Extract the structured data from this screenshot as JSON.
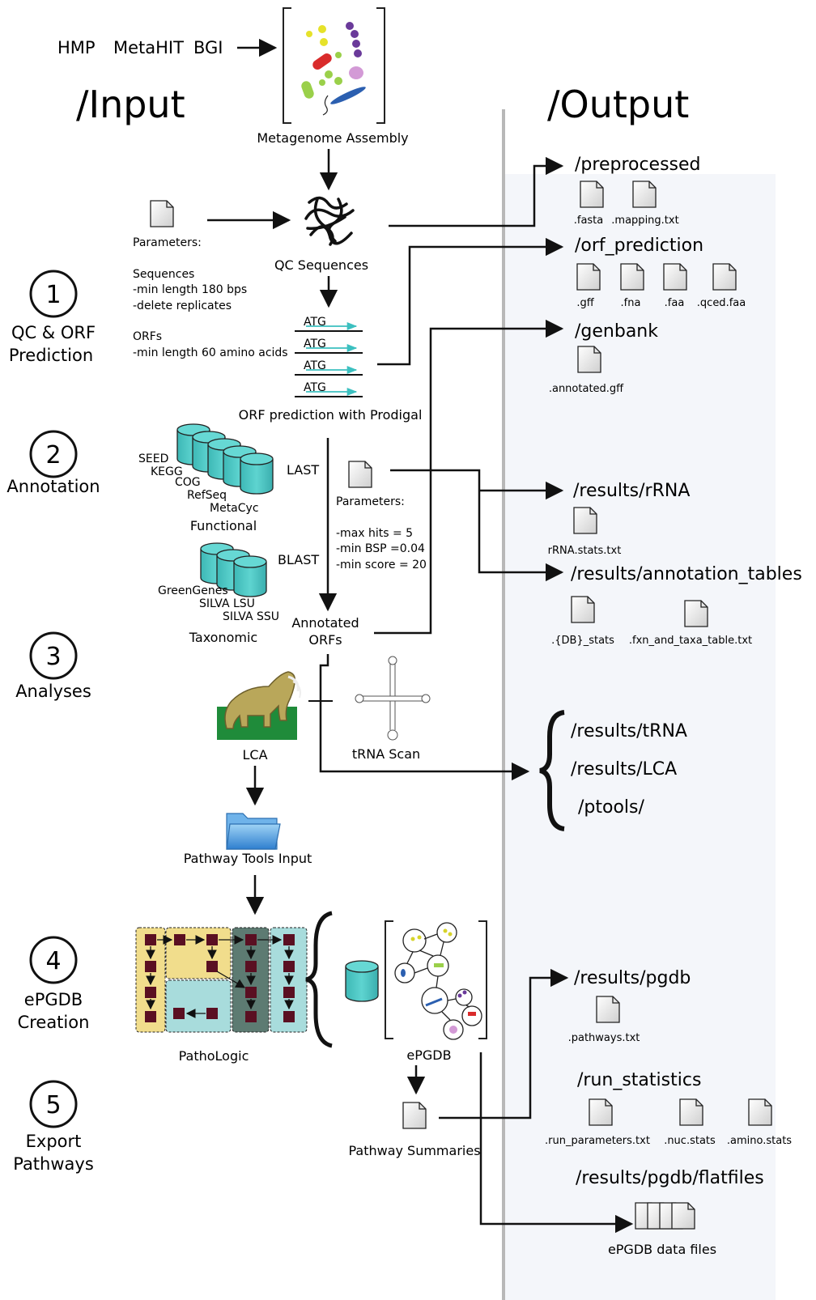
{
  "sources": [
    "HMP",
    "MetaHIT",
    "BGI"
  ],
  "headers": {
    "input": "/Input",
    "output": "/Output"
  },
  "stages": [
    {
      "number": "1",
      "title": "QC & ORF Prediction",
      "line1": "QC & ORF",
      "line2": "Prediction"
    },
    {
      "number": "2",
      "title": "Annotation",
      "line1": "Annotation",
      "line2": ""
    },
    {
      "number": "3",
      "title": "Analyses",
      "line1": "Analyses",
      "line2": ""
    },
    {
      "number": "4",
      "title": "ePGDB Creation",
      "line1": "ePGDB",
      "line2": "Creation"
    },
    {
      "number": "5",
      "title": "Export Pathways",
      "line1": "Export",
      "line2": "Pathways"
    }
  ],
  "nodes": {
    "metagenome": "Metagenome Assembly",
    "qc": "QC Sequences",
    "orf": "ORF prediction with Prodigal",
    "atg": "ATG",
    "functional": "Functional",
    "taxonomic": "Taxonomic",
    "last": "LAST",
    "blast": "BLAST",
    "annotated_line1": "Annotated",
    "annotated_line2": "ORFs",
    "lca": "LCA",
    "trna": "tRNA Scan",
    "ptools_input": "Pathway Tools Input",
    "pathologic": "PathoLogic",
    "epgdb": "ePGDB",
    "pathway_summaries": "Pathway Summaries",
    "epgdb_data_files": "ePGDB data files"
  },
  "qc_params": {
    "heading": "Parameters:",
    "lines": [
      "Sequences",
      "-min length 180 bps",
      "-delete replicates",
      "ORFs",
      "-min length 60 amino acids"
    ]
  },
  "annotation_params": {
    "heading": "Parameters:",
    "lines": [
      "-max hits = 5",
      "-min BSP =0.04",
      "-min score = 20"
    ]
  },
  "functional_dbs": [
    "SEED",
    "KEGG",
    "COG",
    "RefSeq",
    "MetaCyc"
  ],
  "taxonomic_dbs": [
    "GreenGenes",
    "SILVA LSU",
    "SILVA SSU"
  ],
  "outputs": {
    "preprocessed": {
      "dir": "/preprocessed",
      "files": [
        ".fasta",
        ".mapping.txt"
      ]
    },
    "orf_prediction": {
      "dir": "/orf_prediction",
      "files": [
        ".gff",
        ".fna",
        ".faa",
        ".qced.faa"
      ]
    },
    "genbank": {
      "dir": "/genbank",
      "files": [
        ".annotated.gff"
      ]
    },
    "rrna": {
      "dir": "/results/rRNA",
      "files": [
        "rRNA.stats.txt"
      ]
    },
    "annotation_tables": {
      "dir": "/results/annotation_tables",
      "files": [
        ".{DB}_stats",
        ".fxn_and_taxa_table.txt"
      ]
    },
    "trna": {
      "dir": "/results/tRNA"
    },
    "lca": {
      "dir": "/results/LCA"
    },
    "ptools": {
      "dir": "/ptools/"
    },
    "pgdb": {
      "dir": "/results/pgdb",
      "files": [
        ".pathways.txt"
      ]
    },
    "run_statistics": {
      "dir": "/run_statistics",
      "files": [
        ".run_parameters.txt",
        ".nuc.stats",
        ".amino.stats"
      ]
    },
    "flatfiles": {
      "dir": "/results/pgdb/flatfiles"
    }
  },
  "colors": {
    "accent_cyan": "#4ecdc9",
    "divider": "#b8b8b8",
    "output_panel": "#f4f6fa",
    "pathologic_yellow": "#f1dd8c",
    "pathologic_teal": "#a8dcdc",
    "pathologic_dark": "#5d7b72",
    "square": "#5a0f22",
    "arrow_teal": "#3cc0c0"
  }
}
